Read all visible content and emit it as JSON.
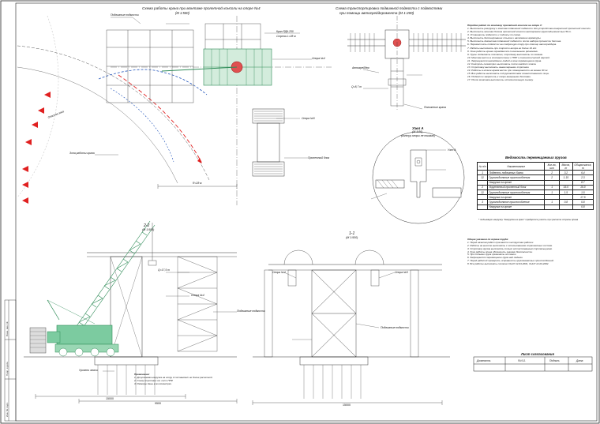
{
  "titles": {
    "crane_scheme": "Схема работы крана при монтаже пролетной консоли на опоре №4",
    "crane_scale": "(М 1:500)",
    "transport_scheme": "Схема транспортировки подвижной подмости с подмостями",
    "transport_scheme_2": "при помощи автогрейдеромента (М 1:200)",
    "section_22": "2-2",
    "section_22_scale": "(М 1:500)",
    "section_11": "1-1",
    "section_11_scale": "(М 1:500)",
    "node_a": "Узел А",
    "node_a_scale": "(М 1:20)",
    "node_a_sub": "(контур опоры не показан)",
    "spec_title": "Ведомость перемещаемых грузов",
    "approval_title": "Лист согласования"
  },
  "notes_title": "Порядок работ по монтажу пролетной консоли на опоре 4:",
  "notes": [
    "1. Выполнить разгрузку и монтаж подвижной подмости для устройства конкретной пролетной консоли.",
    "2. Выполнить монтаж блоков пролетной консоли автокраном грузоподъемностью 50 т.",
    "3. Установить подмости и подкосы по схеме.",
    "4. Выполнить бетонирование стыков и натяжение арматуры.",
    "5. Выполнить демонтаж подвижной подмости после набора прочности бетона.",
    "6. Переместить подмости на следующую опору при помощи автогрейдера.",
    "7. Работы выполнять при скорости ветра не более 10 м/с.",
    "8. Зона работы крана ограждается сигнальными флажками.",
    "9. Грузы поднимать поэтапно, строповку выполнять по схемам.",
    "10. Монтаж вести в соответствии с ППР и технологической картой.",
    "11. Запрещается нахождение людей в зоне перемещения груза.",
    "12. Контроль геометрии выполнять после каждого этапа.",
    "13. Строповку выполнять инвентарными стропами.",
    "14. Работы в ночное время вести при освещенности не менее 30 лк.",
    "15. Все работы выполнять под руководством ответственного лица.",
    "16. Подмости закрепить к опоре анкерными болтами.",
    "17. После монтажа выполнить исполнительную съемку."
  ],
  "spec": {
    "headers": [
      "№ п/п",
      "Наименование",
      "Кол-во, шт",
      "Масса, т",
      "Общая масса, т"
    ],
    "rows": [
      [
        "1",
        "Подвесть подвижных балок",
        "2",
        "3.2",
        "6.4"
      ],
      [
        "11",
        "Грузоподъемные приспособления",
        "2",
        "1.15",
        "2.3"
      ],
      [
        "",
        "Нагрузка на крюке",
        "",
        "",
        "8.7"
      ],
      [
        "2",
        "Укрупненный пролетный блок",
        "1",
        "16.0",
        "16.0"
      ],
      [
        "11",
        "Грузоподъемные приспособления",
        "1",
        "1.5",
        "1.5"
      ],
      [
        "",
        "Нагрузка на крюке",
        "",
        "",
        "17.5"
      ],
      [
        "3",
        "Грузоподъемное приспособление",
        "1",
        "0.8",
        "0.8"
      ],
      [
        "",
        "Нагрузка на крюке",
        "",
        "",
        "0.8"
      ]
    ],
    "footnote": "* подъемную нагрузку \"Нагрузка на крюк\" требуется учесть при расчете стрелы крана"
  },
  "notes2_title": "Общие указания по охране труда:",
  "notes2": [
    "1. Перед началом работ произвести инструктаж рабочих.",
    "2. Работы на высоте выполнять с использованием страховочных систем.",
    "3. Строповку грузов выполнять только аттестованным стропальщикам.",
    "4. Зону работы крана обозначить знаками безопасности.",
    "5. При подъеме груза применять оттяжки.",
    "6. Запрещается перемещение груза над людьми.",
    "7. Перед работой проверить исправность грузозахватных приспособлений.",
    "8. Все работы выполнять согласно СНиП 12-03-2001, СНиП 12-04-2002."
  ],
  "notes3_title": "Примечания:",
  "notes3": [
    "1. Допускаемая нагрузка на опору 4 составляет не более расчетной.",
    "2. Схему строповки см. лист ППР.",
    "3. Размеры даны в миллиметрах."
  ],
  "approval": {
    "headers": [
      "Должность",
      "Ф.И.О.",
      "Подпись",
      "Дата"
    ]
  },
  "labels": {
    "crane_label": "Кран РДК-250",
    "boom": "Стрела L=28 м",
    "hook_zone": "Зона работы крана",
    "wind_zone": "Опасная зона",
    "support4": "Опора №4",
    "support5": "Опора №5",
    "podmost": "Подвижные подмости",
    "truck": "Автогрейдер",
    "dim_15000": "15000",
    "dim_9500": "9500",
    "dim_3_6": "R=28 м",
    "lift1": "Q=17,5 т",
    "crane_pos": "Положение крана",
    "block": "Пролетный блок",
    "axis_a": "А",
    "axis_b": "Б",
    "node_label": "Узел А",
    "load_label": "Q=8,7 т",
    "ground": "Уровень земли",
    "section_mark": "1"
  },
  "side_strip": {
    "line1": "Инв. № подл.",
    "line2": "Подп. и дата",
    "line3": "Взам. инв. №"
  },
  "colors": {
    "crane": "#4caf8a",
    "flag": "#e02020",
    "hook": "#2255bb",
    "drum": "#c03030",
    "ink": "#222222"
  }
}
